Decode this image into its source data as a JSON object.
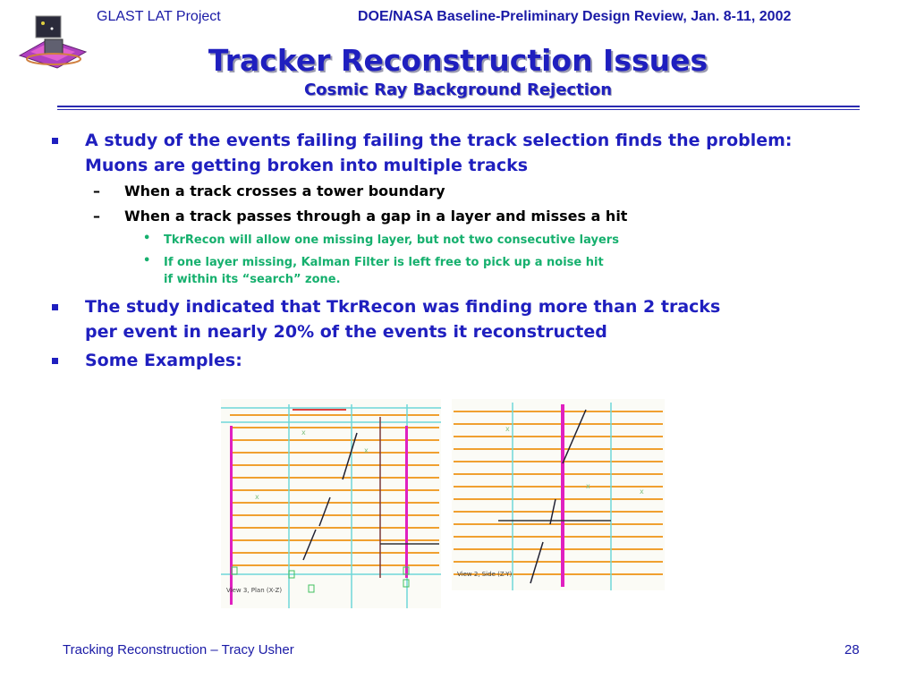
{
  "header": {
    "project": "GLAST LAT Project",
    "review": "DOE/NASA Baseline-Preliminary Design Review, Jan. 8-11, 2002"
  },
  "title": "Tracker Reconstruction Issues",
  "subtitle": "Cosmic Ray Background Rejection",
  "bullets": {
    "b1_line1": "A study of the events failing failing the track selection finds the problem:",
    "b1_line2": "Muons are getting broken into multiple tracks",
    "sub1": "When a track crosses a tower boundary",
    "sub2": "When a track passes through a gap in a layer and misses a hit",
    "subsub1": "TkrRecon will allow one missing layer, but not two consecutive layers",
    "subsub2_line1": "If one layer missing, Kalman Filter is left free to pick up a noise hit",
    "subsub2_line2": "if within its “search” zone.",
    "b2_line1": "The study indicated that TkrRecon was finding more than 2 tracks",
    "b2_line2": "per event in nearly 20% of the events it reconstructed",
    "b3": "Some Examples:",
    "dash": "–",
    "dot": "•"
  },
  "figures": {
    "left_label": "View 3, Plan (X-Z)",
    "right_label": "View 2, Side (Z-Y)"
  },
  "colors": {
    "text_blue": "#1f1fbf",
    "green_text": "#16b06e",
    "layer_orange": "#f0a030",
    "tower_cyan": "#6fd8d8",
    "magenta": "#e020c0"
  },
  "footer": {
    "left": "Tracking Reconstruction – Tracy Usher",
    "page": "28"
  }
}
